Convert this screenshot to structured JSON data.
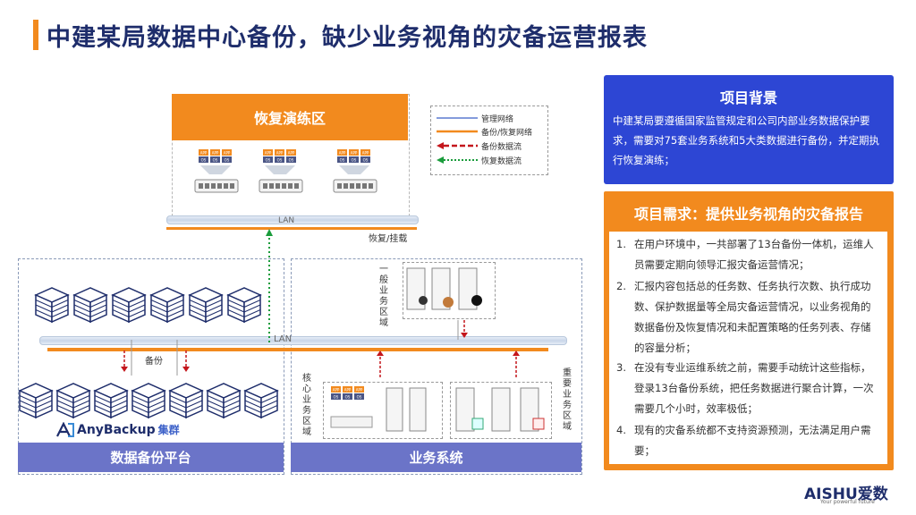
{
  "title": "中建某局数据中心备份，缺少业务视角的灾备运营报表",
  "diagram": {
    "recovery_zone": "恢复演练区",
    "legend": {
      "mgmt": "管理网络",
      "backup_net": "备份/恢复网络",
      "backup_flow": "备份数据流",
      "restore_flow": "恢复数据流"
    },
    "lan_top": "LAN",
    "lan_mid": "LAN",
    "restore_mount": "恢复/挂载",
    "backup_label": "备份",
    "general_zone": "一般业务区域",
    "core_zone": "核心业务区域",
    "important_zone": "重要业务区域",
    "backup_platform": "数据备份平台",
    "business_system": "业务系统",
    "anybackup": "AnyBackup",
    "anybackup_cluster": "集群",
    "app_labels": [
      "APP",
      "OS"
    ]
  },
  "colors": {
    "orange": "#f28a1e",
    "blue_card": "#2d46d4",
    "footer": "#6b74c8",
    "title": "#1e2d6b"
  },
  "background": {
    "heading": "项目背景",
    "text": "中建某局要遵循国家监管规定和公司内部业务数据保护要求，需要对75套业务系统和5大类数据进行备份，并定期执行恢复演练；"
  },
  "requirements": {
    "heading": "项目需求：提供业务视角的灾备报告",
    "items": [
      {
        "num": "1.",
        "text": "在用户环境中，一共部署了13台备份一体机，运维人员需要定期向领导汇报灾备运营情况；"
      },
      {
        "num": "2.",
        "text": "汇报内容包括总的任务数、任务执行次数、执行成功数、保护数据量等全局灾备运营情况，以业务视角的数据备份及恢复情况和未配置策略的任务列表、存储的容量分析；"
      },
      {
        "num": "3.",
        "text": "在没有专业运维系统之前，需要手动统计这些指标，登录13台备份系统，把任务数据进行聚合计算，一次需要几个小时，效率极低；"
      },
      {
        "num": "4.",
        "text": "现有的灾备系统都不支持资源预测，无法满足用户需要；"
      }
    ]
  },
  "brand": {
    "name": "AISHU爱数",
    "sub": "Your powerful future"
  }
}
